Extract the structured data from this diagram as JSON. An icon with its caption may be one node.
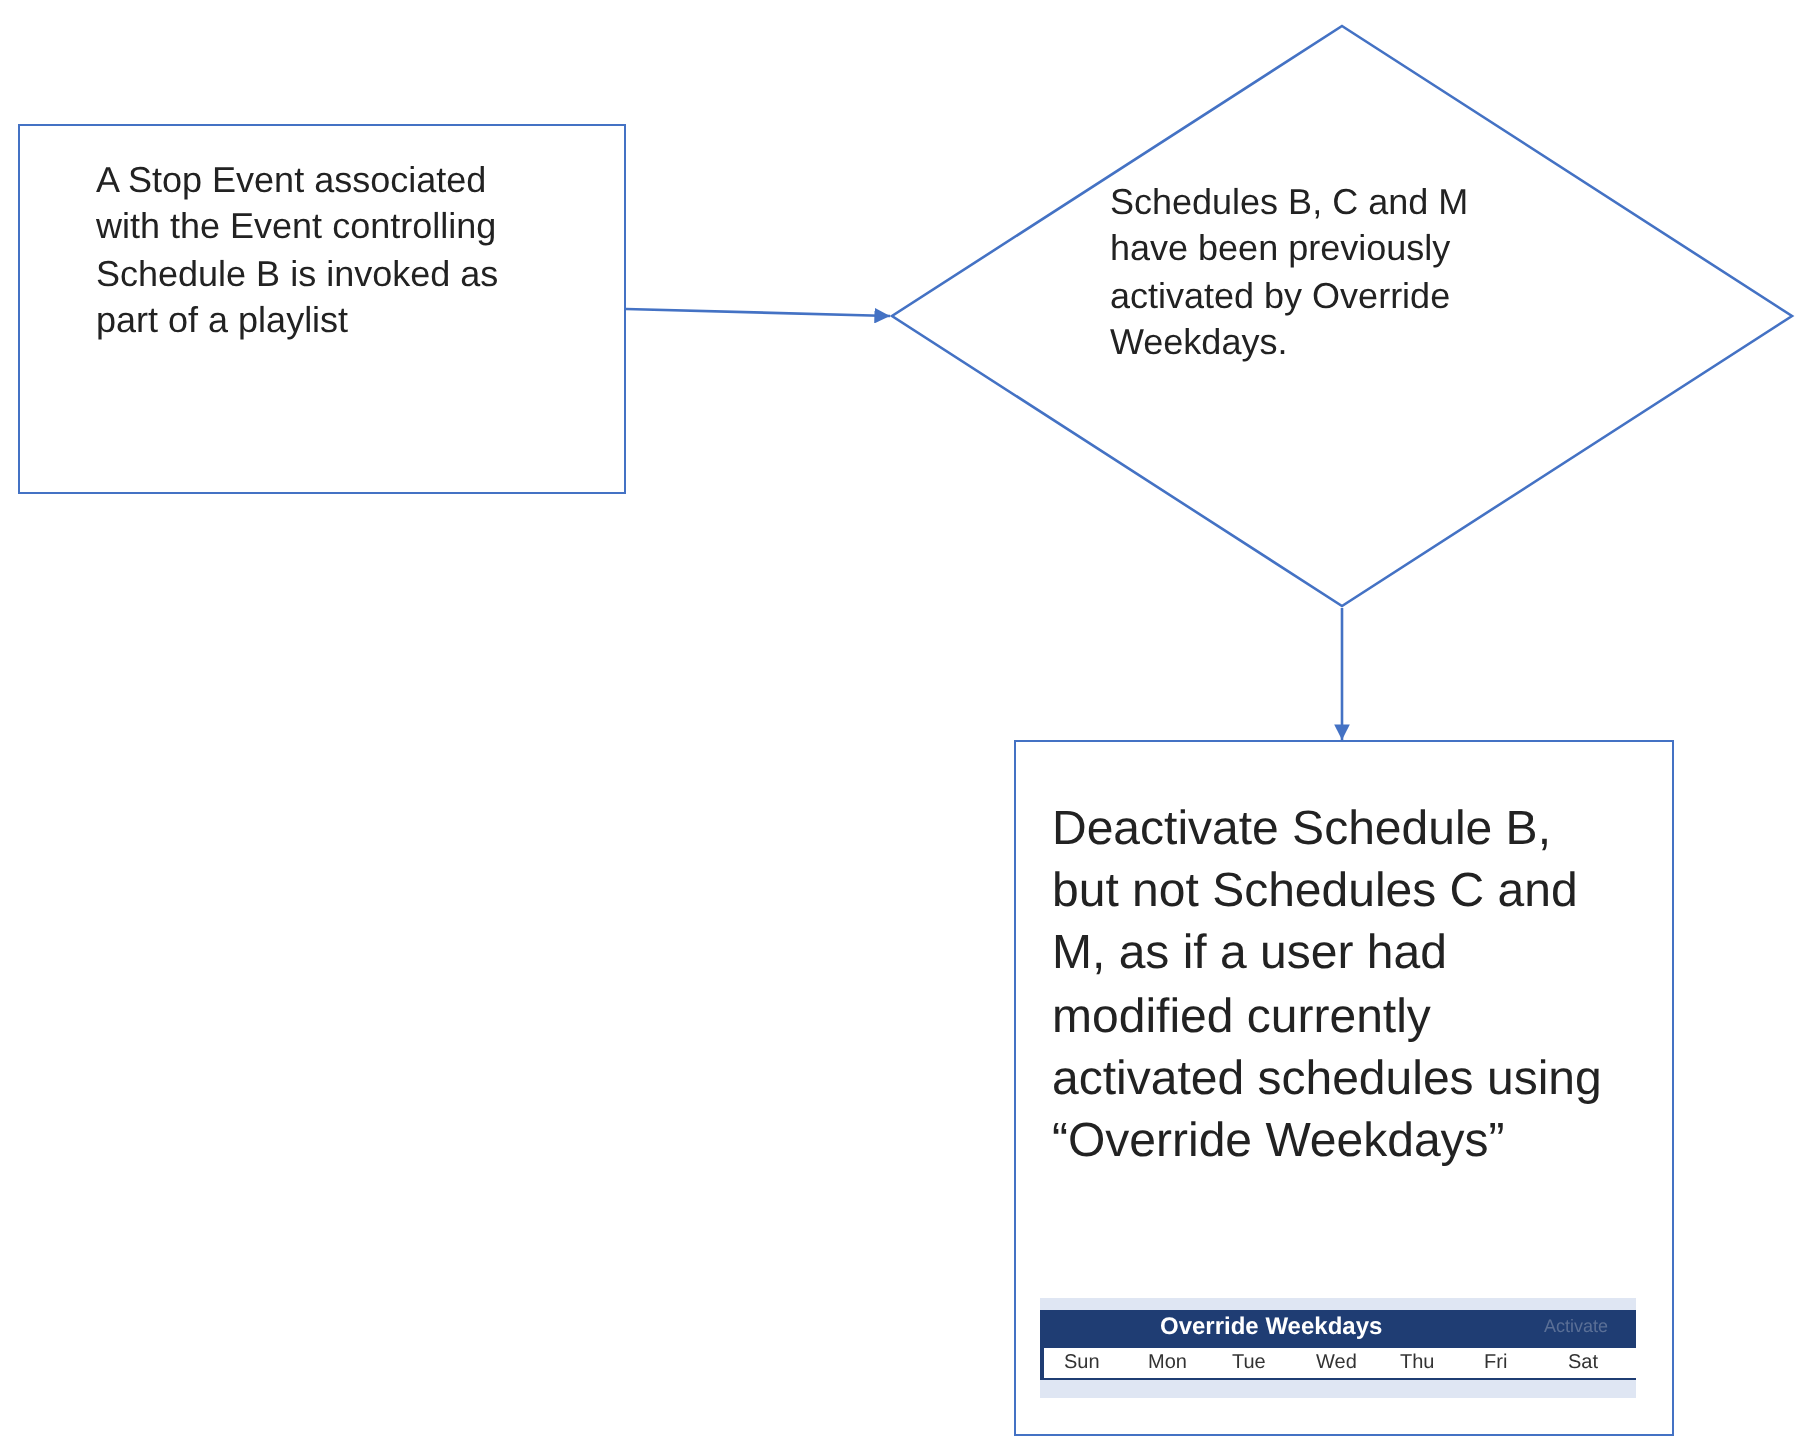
{
  "diagram": {
    "nodes": [
      {
        "text": [
          "A Stop  Event associated with the Event controlling Schedule B  is invoked as part of a playlist"
        ]
      },
      {
        "text": [
          "Schedules B, C and M have been previously activated by Override Weekdays."
        ]
      },
      {
        "text": [
          "Deactivate Schedule B, but not Schedules C and M, as if a user had modified currently activated schedules using “Override Weekdays”"
        ]
      }
    ],
    "edges": [
      {
        "from": 0,
        "to": 1,
        "arrow": "to"
      },
      {
        "from": 1,
        "to": 2,
        "arrow": "to"
      }
    ],
    "labels": [
      "Override Weekdays",
      "Activate",
      "Sun",
      "Mon",
      "Tue",
      "Wed",
      "Thu",
      "Fri",
      "Sat"
    ]
  }
}
